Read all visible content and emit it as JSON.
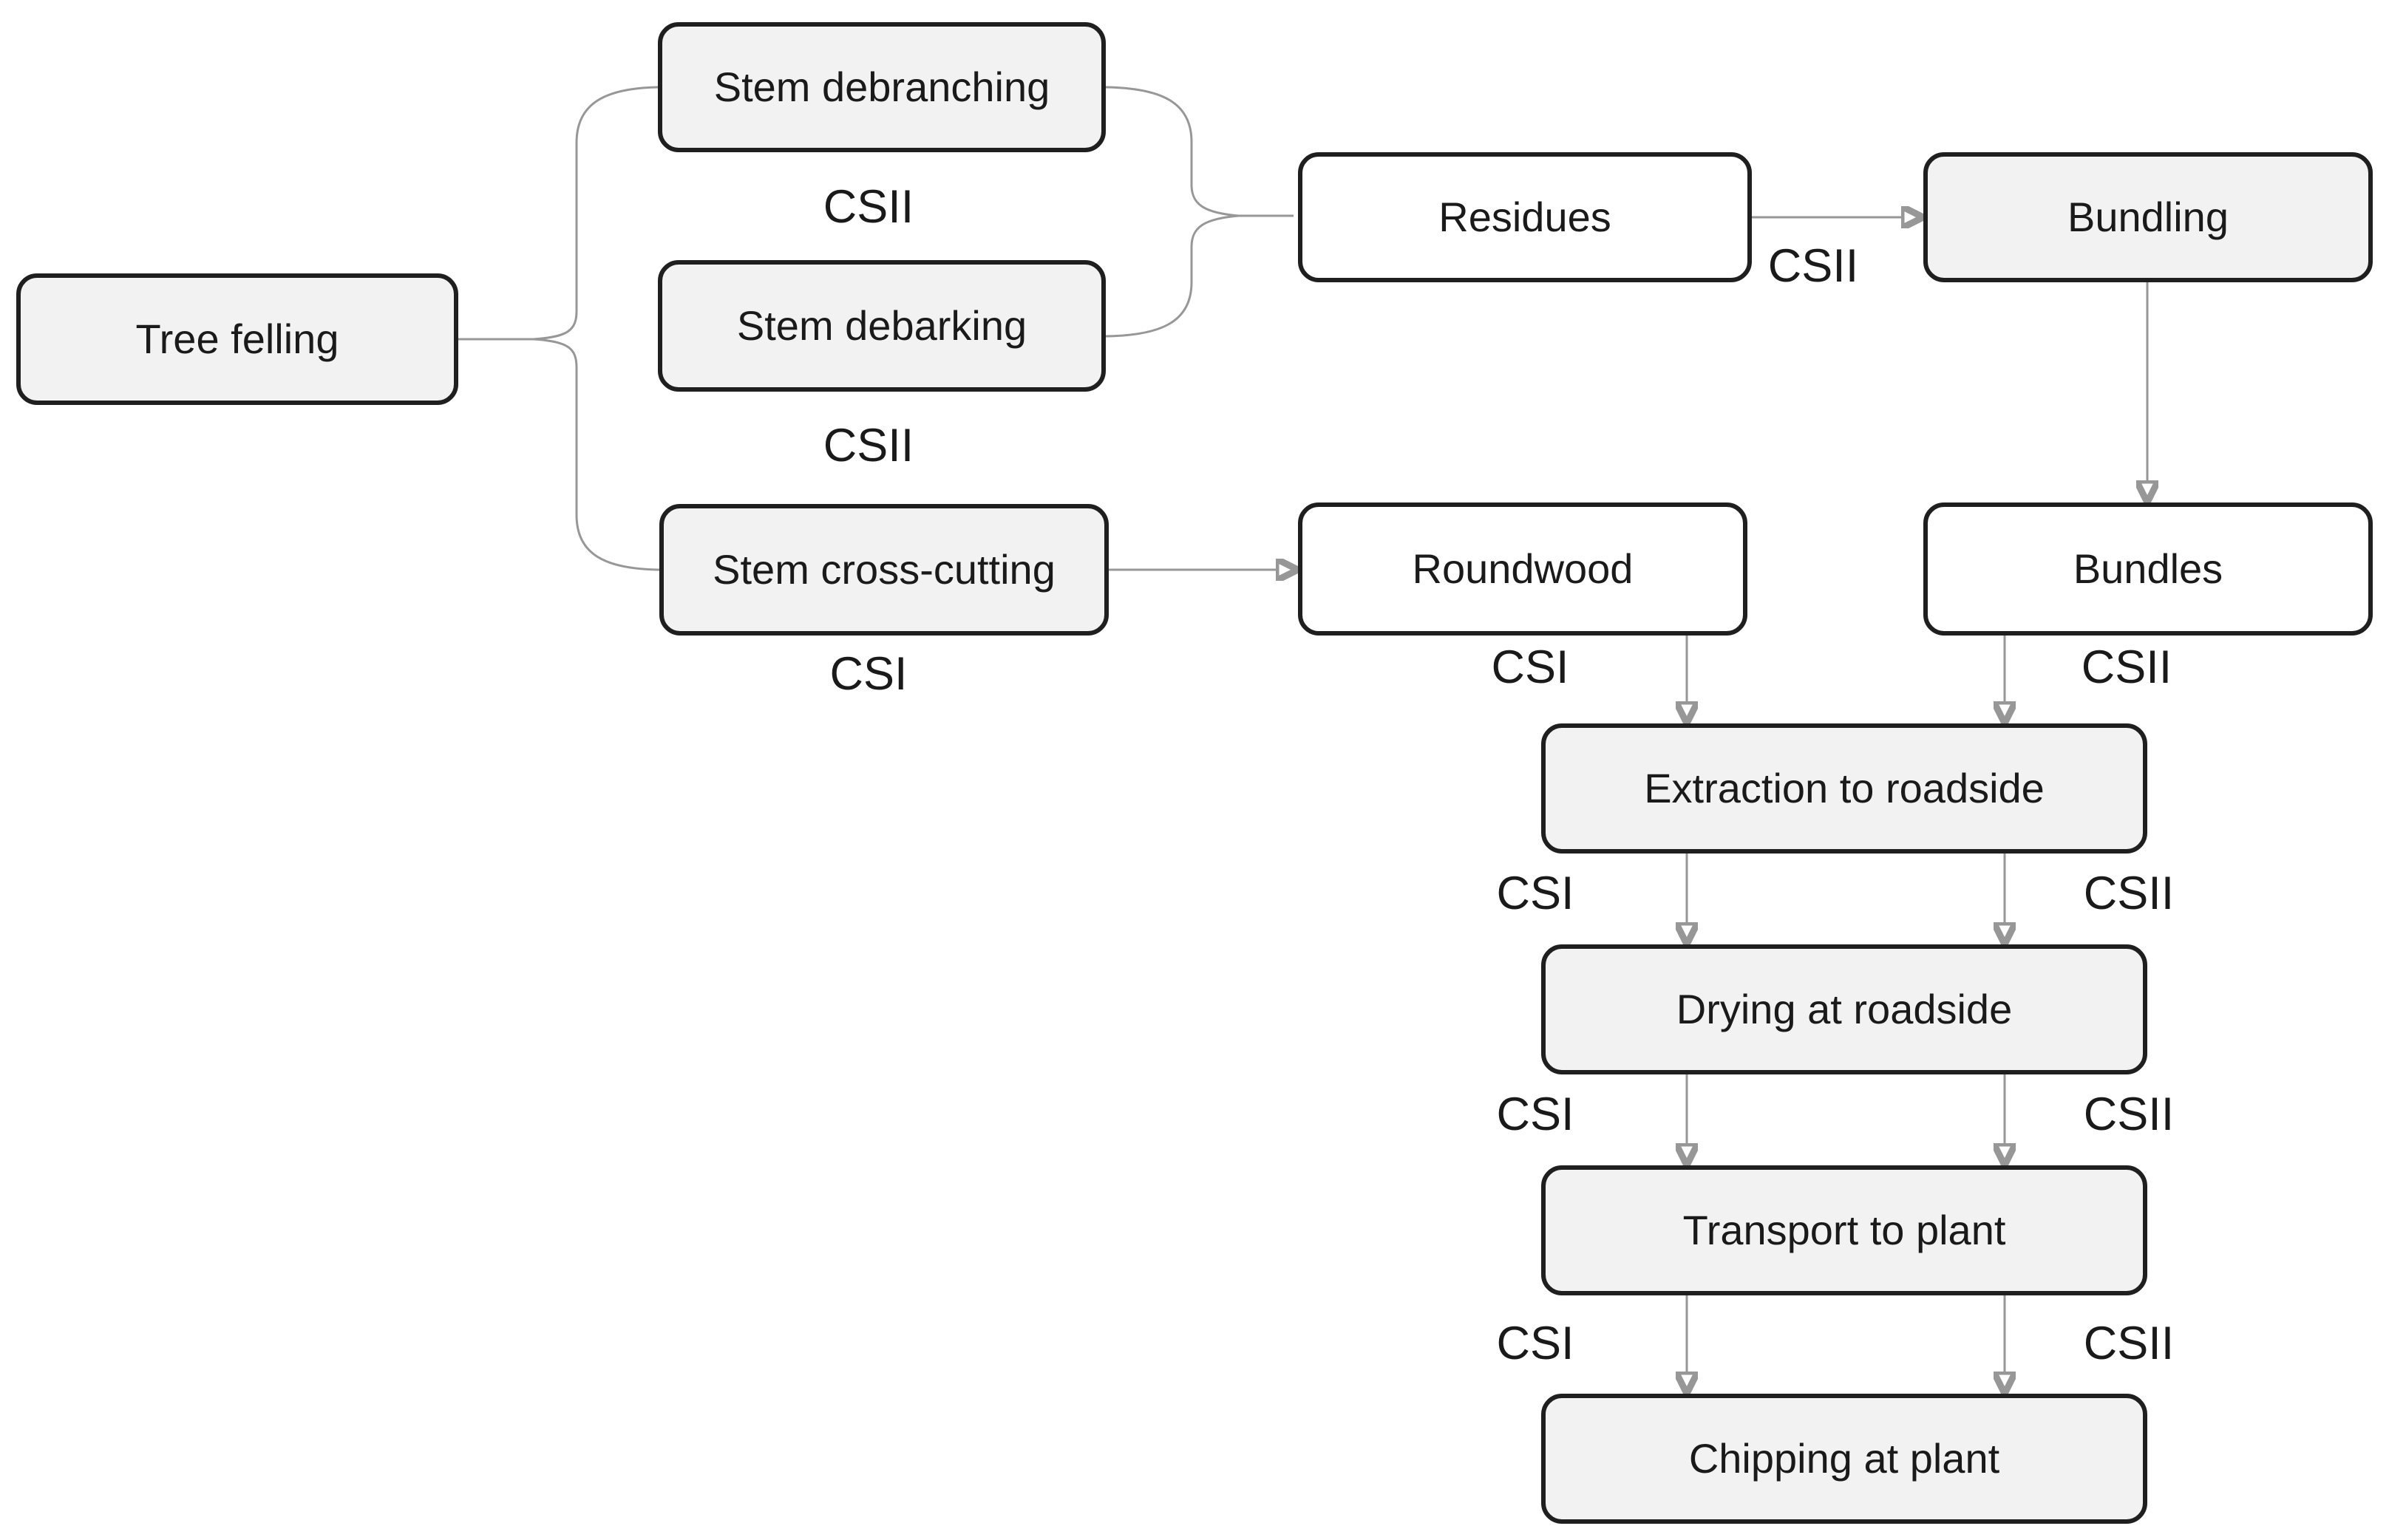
{
  "figure": {
    "type": "flowchart",
    "colors": {
      "node_fill_shaded": "#f2f2f2",
      "node_fill_plain": "#ffffff",
      "node_border": "#1f1f1f",
      "connector": "#979797",
      "text": "#1a1a1a",
      "background": "#ffffff"
    },
    "nodes": [
      {
        "id": "tree-felling",
        "label": "Tree felling",
        "fill": "shaded"
      },
      {
        "id": "stem-debranching",
        "label": "Stem debranching",
        "fill": "shaded"
      },
      {
        "id": "stem-debarking",
        "label": "Stem debarking",
        "fill": "shaded"
      },
      {
        "id": "stem-cross-cutting",
        "label": "Stem cross-cutting",
        "fill": "shaded"
      },
      {
        "id": "residues",
        "label": "Residues",
        "fill": "plain"
      },
      {
        "id": "bundling",
        "label": "Bundling",
        "fill": "shaded"
      },
      {
        "id": "roundwood",
        "label": "Roundwood",
        "fill": "plain"
      },
      {
        "id": "bundles",
        "label": "Bundles",
        "fill": "plain"
      },
      {
        "id": "extraction-to-roadside",
        "label": "Extraction to roadside",
        "fill": "shaded"
      },
      {
        "id": "drying-at-roadside",
        "label": "Drying at roadside",
        "fill": "shaded"
      },
      {
        "id": "transport-to-plant",
        "label": "Transport to plant",
        "fill": "shaded"
      },
      {
        "id": "chipping-at-plant",
        "label": "Chipping at plant",
        "fill": "shaded"
      }
    ],
    "annotations": [
      {
        "text": "CSII",
        "context": "below-stem-debranching"
      },
      {
        "text": "CSII",
        "context": "below-stem-debarking"
      },
      {
        "text": "CSI",
        "context": "below-stem-cross-cutting"
      },
      {
        "text": "CSII",
        "context": "residues-to-bundling-arrow"
      },
      {
        "text": "CSI",
        "context": "below-roundwood"
      },
      {
        "text": "CSII",
        "context": "below-bundles"
      },
      {
        "text": "CSI",
        "context": "extraction-to-drying-left"
      },
      {
        "text": "CSII",
        "context": "extraction-to-drying-right"
      },
      {
        "text": "CSI",
        "context": "drying-to-transport-left"
      },
      {
        "text": "CSII",
        "context": "drying-to-transport-right"
      },
      {
        "text": "CSI",
        "context": "transport-to-chipping-left"
      },
      {
        "text": "CSII",
        "context": "transport-to-chipping-right"
      }
    ],
    "edges": [
      {
        "from": "tree-felling",
        "to": "stem-debranching",
        "style": "brace"
      },
      {
        "from": "tree-felling",
        "to": "stem-cross-cutting",
        "style": "brace"
      },
      {
        "from": "stem-debranching",
        "to": "residues",
        "style": "merge"
      },
      {
        "from": "stem-debarking",
        "to": "residues",
        "style": "merge"
      },
      {
        "from": "residues",
        "to": "bundling",
        "style": "arrow"
      },
      {
        "from": "stem-cross-cutting",
        "to": "roundwood",
        "style": "arrow"
      },
      {
        "from": "bundling",
        "to": "bundles",
        "style": "arrow"
      },
      {
        "from": "roundwood",
        "to": "extraction-to-roadside",
        "style": "arrow"
      },
      {
        "from": "bundles",
        "to": "extraction-to-roadside",
        "style": "arrow"
      },
      {
        "from": "extraction-to-roadside",
        "to": "drying-at-roadside",
        "style": "arrow-pair"
      },
      {
        "from": "drying-at-roadside",
        "to": "transport-to-plant",
        "style": "arrow-pair"
      },
      {
        "from": "transport-to-plant",
        "to": "chipping-at-plant",
        "style": "arrow-pair"
      }
    ]
  }
}
